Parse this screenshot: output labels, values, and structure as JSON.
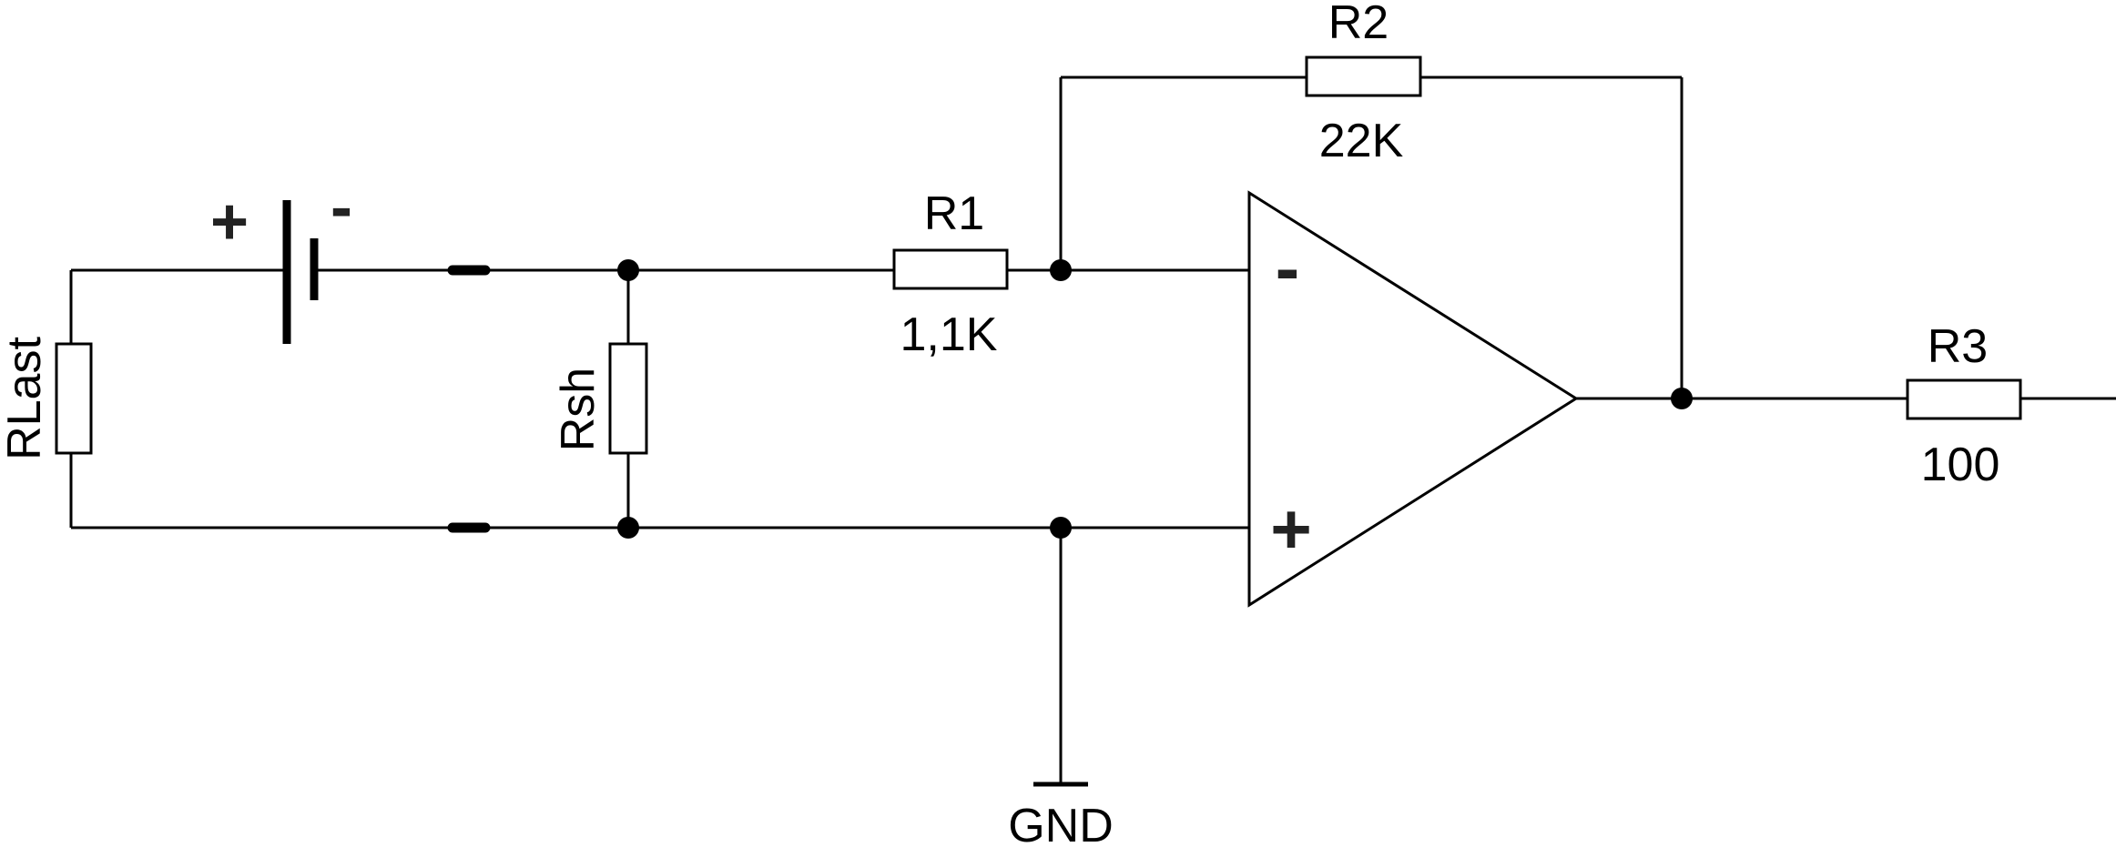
{
  "components": {
    "rlast": {
      "name": "RLast"
    },
    "rsh": {
      "name": "Rsh"
    },
    "r1": {
      "name": "R1",
      "value": "1,1K"
    },
    "r2": {
      "name": "R2",
      "value": "22K"
    },
    "r3": {
      "name": "R3",
      "value": "100"
    }
  },
  "battery": {
    "plus": "+",
    "minus": "-"
  },
  "opamp": {
    "inverting": "-",
    "non_inverting": "+"
  },
  "ground": {
    "label": "GND"
  }
}
